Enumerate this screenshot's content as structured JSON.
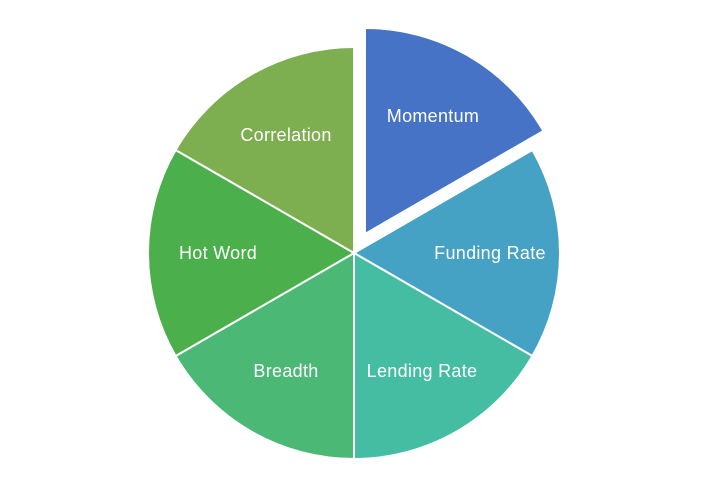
{
  "page": {
    "background_color": "#ffffff"
  },
  "chart_data": {
    "type": "pie",
    "title": "",
    "legend": "none",
    "direction": "clockwise",
    "start_angle_deg": 0,
    "label_position": "inside",
    "label_color": "#ffffff",
    "separator_color": "#ffffff",
    "slices": [
      {
        "label": "Momentum",
        "value": 1,
        "fraction": 0.1667,
        "color": "#4673C5",
        "exploded": true
      },
      {
        "label": "Funding Rate",
        "value": 1,
        "fraction": 0.1667,
        "color": "#46A2C4",
        "exploded": false
      },
      {
        "label": "Lending Rate",
        "value": 1,
        "fraction": 0.1667,
        "color": "#44BDA3",
        "exploded": false
      },
      {
        "label": "Breadth",
        "value": 1,
        "fraction": 0.1667,
        "color": "#4BB876",
        "exploded": false
      },
      {
        "label": "Hot Word",
        "value": 1,
        "fraction": 0.1667,
        "color": "#4BB04B",
        "exploded": false
      },
      {
        "label": "Correlation",
        "value": 1,
        "fraction": 0.1667,
        "color": "#7DAE50",
        "exploded": false
      }
    ]
  }
}
